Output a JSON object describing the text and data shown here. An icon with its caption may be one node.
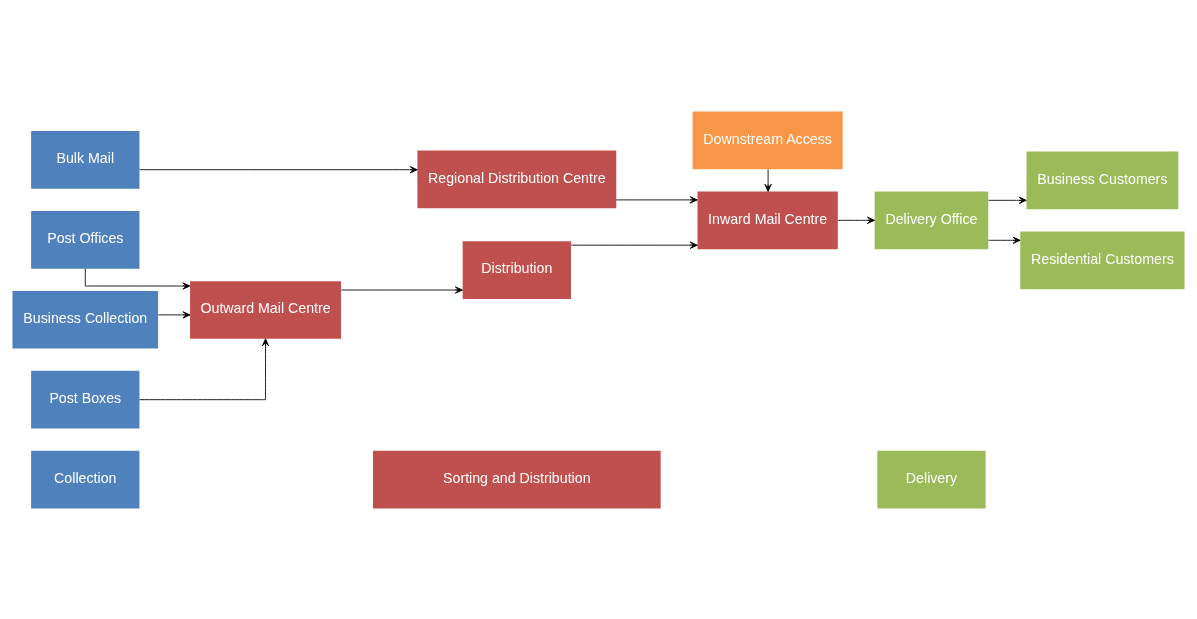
{
  "diagram": {
    "nodes": [
      {
        "text": [
          "Collection"
        ]
      },
      {
        "text": [
          "Sorting and Distribution"
        ]
      },
      {
        "text": [
          "Delivery"
        ]
      },
      {
        "text": [
          "Bulk Mail"
        ]
      },
      {
        "text": [
          "Regional Distribution Centre"
        ]
      },
      {
        "text": [
          "Post Offices"
        ]
      },
      {
        "text": [
          "Business Collection"
        ]
      },
      {
        "text": [
          "Post Boxes"
        ]
      },
      {
        "text": [
          "Outward Mail Centre"
        ]
      },
      {
        "text": [
          "Distribution"
        ]
      },
      {
        "text": [
          "Inward Mail Centre"
        ]
      },
      {
        "text": [
          "Delivery Office"
        ]
      },
      {
        "text": [
          "Business Customers"
        ]
      },
      {
        "text": [
          "Residential Customers"
        ]
      },
      {
        "text": [
          "Downstream Access"
        ]
      }
    ],
    "edges": [
      {
        "from": 3,
        "to": 4,
        "arrow": "to"
      },
      {
        "from": 4,
        "to": 10,
        "arrow": "to"
      },
      {
        "from": 5,
        "to": 8,
        "arrow": "to"
      },
      {
        "from": 6,
        "to": 8,
        "arrow": "to"
      },
      {
        "from": 7,
        "to": 8,
        "arrow": "to"
      },
      {
        "from": 8,
        "to": 9,
        "arrow": "to"
      },
      {
        "from": 9,
        "to": 10,
        "arrow": "to"
      },
      {
        "from": 14,
        "to": 10,
        "arrow": "to"
      },
      {
        "from": 10,
        "to": 11,
        "arrow": "to"
      },
      {
        "from": 11,
        "to": 12,
        "arrow": "to"
      },
      {
        "from": 11,
        "to": 13,
        "arrow": "to"
      }
    ]
  }
}
